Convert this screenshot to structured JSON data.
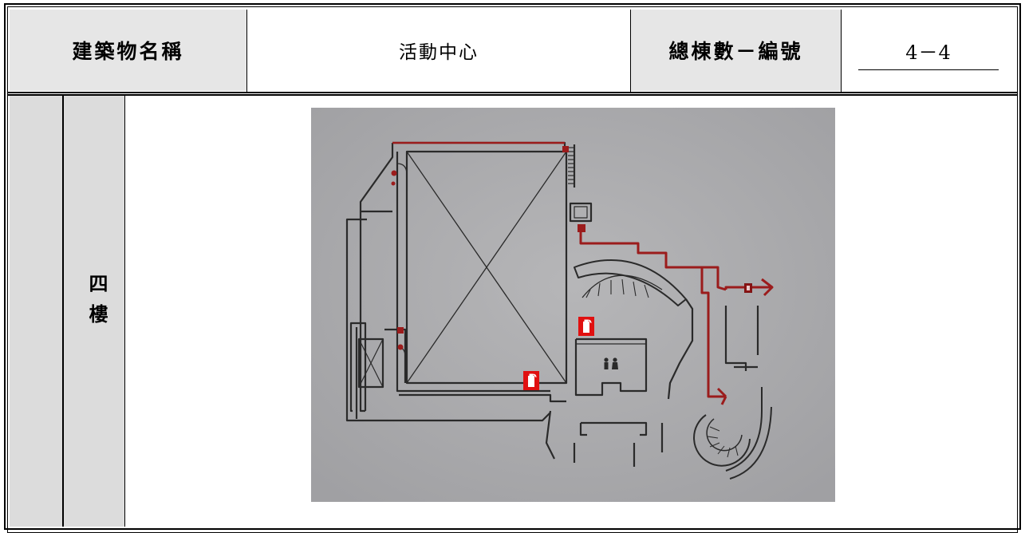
{
  "header": {
    "building_name_label": "建築物名稱",
    "building_name_value": "活動中心",
    "building_count_label": "總棟數－編號",
    "building_count_value": "4－4"
  },
  "floor": {
    "label": "四樓"
  },
  "colors": {
    "label_cell_bg": "#e6e6e6",
    "photo_bg": "#a9a9ab",
    "evacuation_route": "#9b1c1c",
    "extinguisher": "#e01010"
  },
  "icons": [
    "fire-extinguisher-icon",
    "restroom-icon",
    "exit-sign-icon"
  ]
}
